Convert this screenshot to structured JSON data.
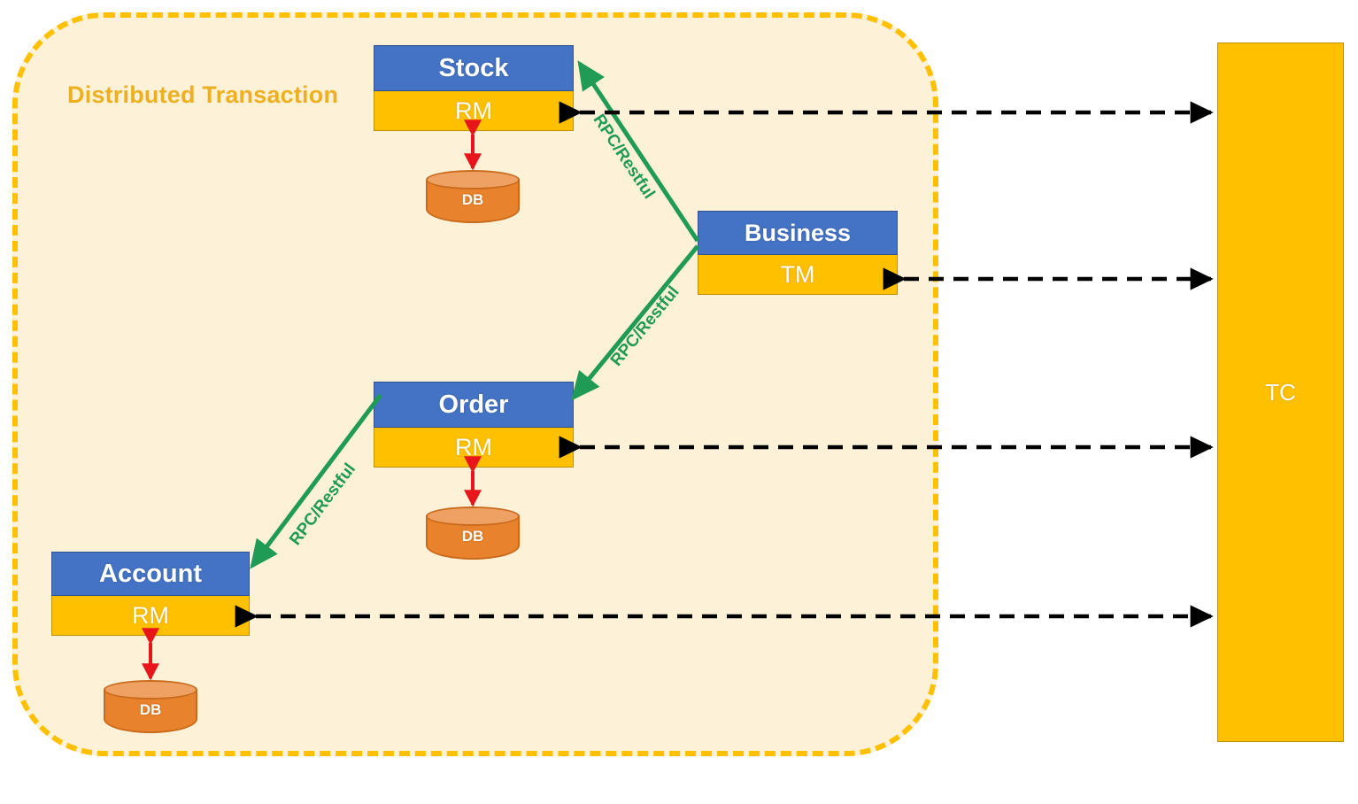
{
  "diagram": {
    "container": {
      "title": "Distributed Transaction",
      "border_color": "#FFC000",
      "background_color": "#FDF1D8"
    },
    "services": [
      {
        "id": "stock",
        "name": "Stock",
        "manager": "RM",
        "database": "DB"
      },
      {
        "id": "business",
        "name": "Business",
        "manager": "TM",
        "database": null
      },
      {
        "id": "order",
        "name": "Order",
        "manager": "RM",
        "database": "DB"
      },
      {
        "id": "account",
        "name": "Account",
        "manager": "RM",
        "database": "DB"
      }
    ],
    "coordinator": {
      "label": "TC",
      "color": "#FFC000"
    },
    "rpc_links": [
      {
        "from": "business",
        "to": "stock",
        "label": "RPC/Restful"
      },
      {
        "from": "business",
        "to": "order",
        "label": "RPC/Restful"
      },
      {
        "from": "order",
        "to": "account",
        "label": "RPC/Restful"
      }
    ],
    "tc_links": [
      {
        "from": "stock",
        "to": "TC"
      },
      {
        "from": "business",
        "to": "TC"
      },
      {
        "from": "order",
        "to": "TC"
      },
      {
        "from": "account",
        "to": "TC"
      }
    ],
    "db_links": [
      {
        "service": "stock",
        "database": "DB"
      },
      {
        "service": "order",
        "database": "DB"
      },
      {
        "service": "account",
        "database": "DB"
      }
    ],
    "colors": {
      "service_header": "#4472C4",
      "manager_bar": "#FFC000",
      "database": "#E8822C",
      "rpc_arrow": "#1F9B55",
      "tc_arrow": "#000000",
      "db_arrow": "#E8161B",
      "title_text": "#EDB020"
    }
  }
}
